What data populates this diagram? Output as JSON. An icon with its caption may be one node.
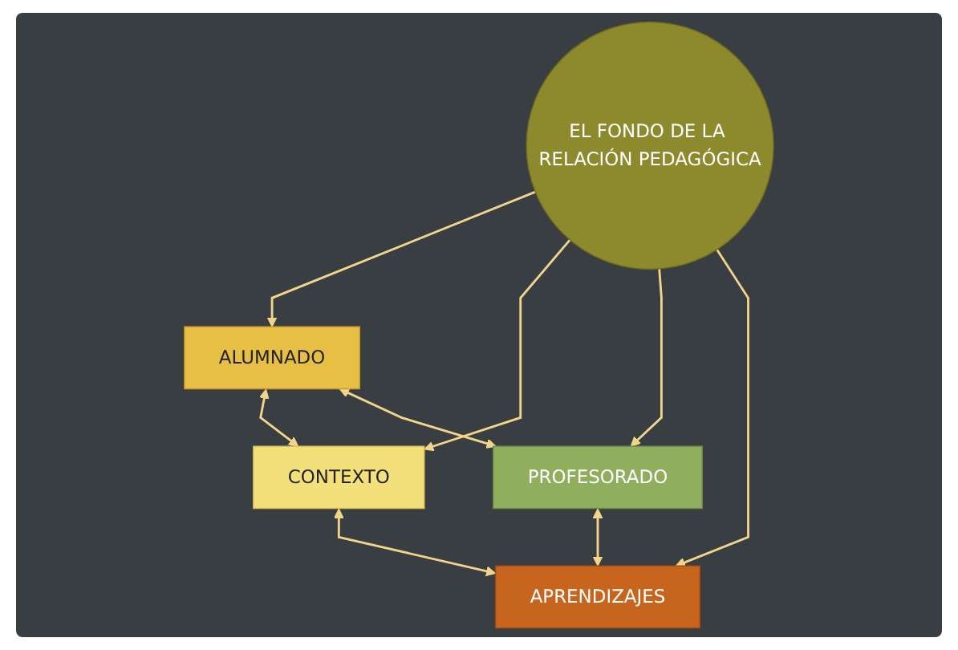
{
  "diagram": {
    "nodes": [
      {
        "text": [
          "ALUMNADO"
        ]
      },
      {
        "text": [
          "CONTEXTO"
        ]
      },
      {
        "text": [
          "EL FONDO DE LA RELACIÓN PEDAGÓGICA"
        ]
      },
      {
        "text": [
          "PROFESORADO"
        ]
      },
      {
        "text": [
          "APRENDIZAJES"
        ]
      }
    ],
    "edges": [
      {
        "from": 0,
        "to": 1,
        "arrow": "both"
      },
      {
        "from": 2,
        "to": 0,
        "arrow": "to"
      },
      {
        "from": 2,
        "to": 1,
        "arrow": "to"
      },
      {
        "from": 0,
        "to": 3,
        "arrow": "both"
      },
      {
        "from": 1,
        "to": 4,
        "arrow": "both"
      },
      {
        "from": 2,
        "to": 3,
        "arrow": "to"
      },
      {
        "from": 2,
        "to": 4,
        "arrow": "to"
      },
      {
        "from": 3,
        "to": 4,
        "arrow": "both"
      }
    ]
  }
}
